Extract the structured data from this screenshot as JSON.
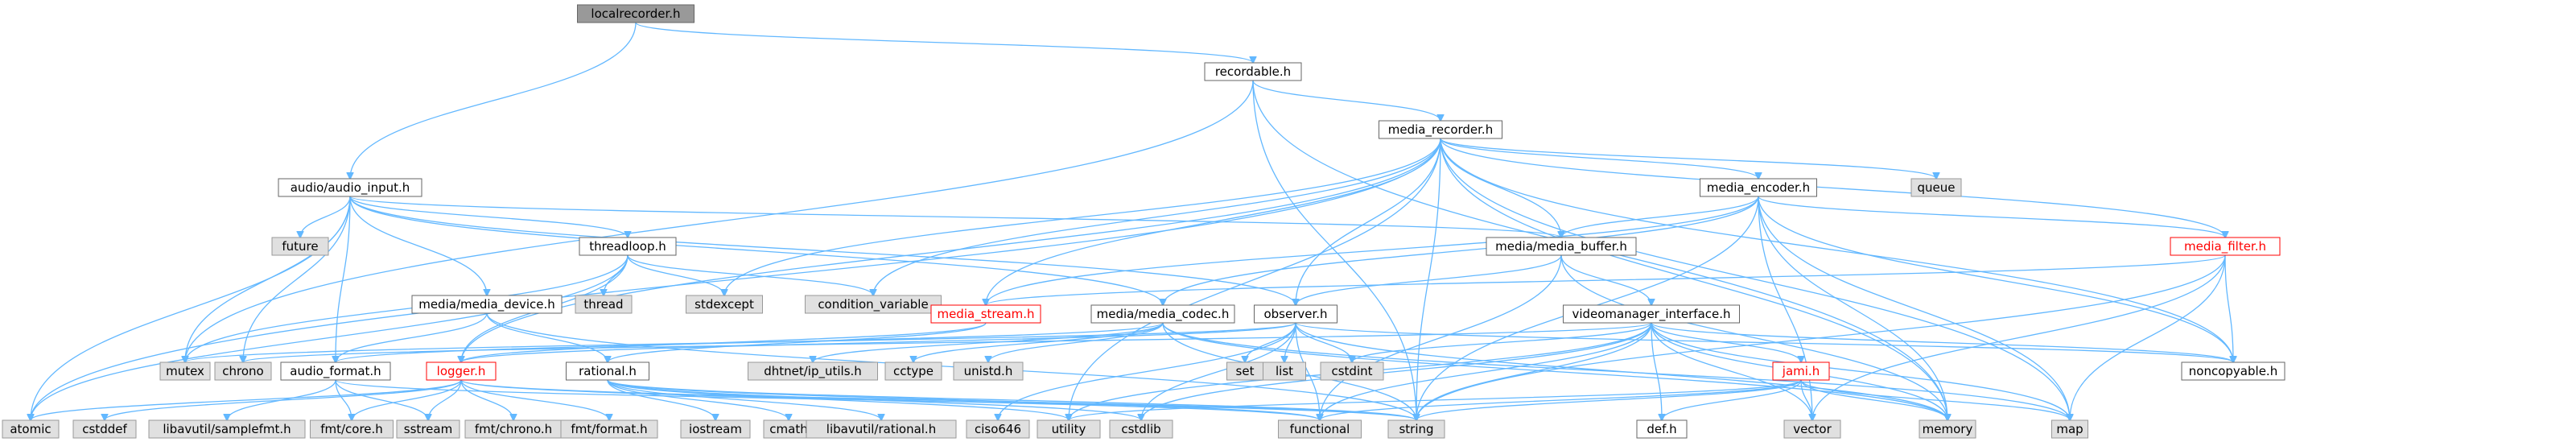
{
  "colors": {
    "edge": "#63b8ff",
    "root_fill": "#999999",
    "external_fill": "#e0e0e0",
    "node_border": "#666666",
    "missing_border": "#ff0000"
  },
  "nodes": [
    {
      "id": "localrecorder",
      "label": "localrecorder.h",
      "kind": "root"
    },
    {
      "id": "recordable",
      "label": "recordable.h",
      "kind": "plain"
    },
    {
      "id": "media_recorder",
      "label": "media_recorder.h",
      "kind": "plain"
    },
    {
      "id": "audio_input",
      "label": "audio/audio_input.h",
      "kind": "plain"
    },
    {
      "id": "queue",
      "label": "queue",
      "kind": "ext"
    },
    {
      "id": "media_encoder",
      "label": "media_encoder.h",
      "kind": "plain"
    },
    {
      "id": "future",
      "label": "future",
      "kind": "ext"
    },
    {
      "id": "threadloop",
      "label": "threadloop.h",
      "kind": "plain"
    },
    {
      "id": "media_buffer",
      "label": "media/media_buffer.h",
      "kind": "plain"
    },
    {
      "id": "media_filter",
      "label": "media_filter.h",
      "kind": "red"
    },
    {
      "id": "thread",
      "label": "thread",
      "kind": "ext"
    },
    {
      "id": "stdexcept",
      "label": "stdexcept",
      "kind": "ext"
    },
    {
      "id": "condition_variable",
      "label": "condition_variable",
      "kind": "ext"
    },
    {
      "id": "media_device",
      "label": "media/media_device.h",
      "kind": "plain"
    },
    {
      "id": "media_stream",
      "label": "media_stream.h",
      "kind": "red"
    },
    {
      "id": "media_codec",
      "label": "media/media_codec.h",
      "kind": "plain"
    },
    {
      "id": "observer",
      "label": "observer.h",
      "kind": "plain"
    },
    {
      "id": "videomanager",
      "label": "videomanager_interface.h",
      "kind": "plain"
    },
    {
      "id": "mutex",
      "label": "mutex",
      "kind": "ext"
    },
    {
      "id": "chrono",
      "label": "chrono",
      "kind": "ext"
    },
    {
      "id": "audio_format",
      "label": "audio_format.h",
      "kind": "plain"
    },
    {
      "id": "logger",
      "label": "logger.h",
      "kind": "red"
    },
    {
      "id": "rational",
      "label": "rational.h",
      "kind": "plain"
    },
    {
      "id": "dhtnet",
      "label": "dhtnet/ip_utils.h",
      "kind": "ext"
    },
    {
      "id": "cctype",
      "label": "cctype",
      "kind": "ext"
    },
    {
      "id": "unistd",
      "label": "unistd.h",
      "kind": "ext"
    },
    {
      "id": "set",
      "label": "set",
      "kind": "ext"
    },
    {
      "id": "list",
      "label": "list",
      "kind": "ext"
    },
    {
      "id": "cstdint",
      "label": "cstdint",
      "kind": "ext"
    },
    {
      "id": "jami",
      "label": "jami.h",
      "kind": "red"
    },
    {
      "id": "noncopyable",
      "label": "noncopyable.h",
      "kind": "plain"
    },
    {
      "id": "atomic",
      "label": "atomic",
      "kind": "ext"
    },
    {
      "id": "cstddef",
      "label": "cstddef",
      "kind": "ext"
    },
    {
      "id": "samplefmt",
      "label": "libavutil/samplefmt.h",
      "kind": "ext"
    },
    {
      "id": "fmtcore",
      "label": "fmt/core.h",
      "kind": "ext"
    },
    {
      "id": "sstream",
      "label": "sstream",
      "kind": "ext"
    },
    {
      "id": "fmtchrono",
      "label": "fmt/chrono.h",
      "kind": "ext"
    },
    {
      "id": "fmtformat",
      "label": "fmt/format.h",
      "kind": "ext"
    },
    {
      "id": "iostream",
      "label": "iostream",
      "kind": "ext"
    },
    {
      "id": "cmath",
      "label": "cmath",
      "kind": "ext"
    },
    {
      "id": "avrational",
      "label": "libavutil/rational.h",
      "kind": "ext"
    },
    {
      "id": "ciso646",
      "label": "ciso646",
      "kind": "ext"
    },
    {
      "id": "utility",
      "label": "utility",
      "kind": "ext"
    },
    {
      "id": "cstdlib",
      "label": "cstdlib",
      "kind": "ext"
    },
    {
      "id": "functional",
      "label": "functional",
      "kind": "ext"
    },
    {
      "id": "string",
      "label": "string",
      "kind": "ext"
    },
    {
      "id": "def",
      "label": "def.h",
      "kind": "plain"
    },
    {
      "id": "vector",
      "label": "vector",
      "kind": "ext"
    },
    {
      "id": "memory",
      "label": "memory",
      "kind": "ext"
    },
    {
      "id": "map",
      "label": "map",
      "kind": "ext"
    }
  ],
  "edges": [
    [
      "localrecorder",
      "recordable"
    ],
    [
      "localrecorder",
      "audio_input"
    ],
    [
      "recordable",
      "media_recorder"
    ],
    [
      "recordable",
      "mutex"
    ],
    [
      "recordable",
      "string"
    ],
    [
      "recordable",
      "memory"
    ],
    [
      "media_recorder",
      "queue"
    ],
    [
      "media_recorder",
      "media_encoder"
    ],
    [
      "media_recorder",
      "media_buffer"
    ],
    [
      "media_recorder",
      "media_filter"
    ],
    [
      "media_recorder",
      "media_stream"
    ],
    [
      "media_recorder",
      "observer"
    ],
    [
      "media_recorder",
      "stdexcept"
    ],
    [
      "media_recorder",
      "condition_variable"
    ],
    [
      "media_recorder",
      "atomic"
    ],
    [
      "media_recorder",
      "string"
    ],
    [
      "media_recorder",
      "map"
    ],
    [
      "media_recorder",
      "noncopyable"
    ],
    [
      "media_recorder",
      "logger"
    ],
    [
      "media_recorder",
      "memory"
    ],
    [
      "media_recorder",
      "utility"
    ],
    [
      "audio_input",
      "future"
    ],
    [
      "audio_input",
      "threadloop"
    ],
    [
      "audio_input",
      "media_buffer"
    ],
    [
      "audio_input",
      "media_device"
    ],
    [
      "audio_input",
      "audio_format"
    ],
    [
      "audio_input",
      "observer"
    ],
    [
      "audio_input",
      "mutex"
    ],
    [
      "audio_input",
      "chrono"
    ],
    [
      "audio_input",
      "atomic"
    ],
    [
      "audio_input",
      "media_codec"
    ],
    [
      "media_encoder",
      "media_buffer"
    ],
    [
      "media_encoder",
      "media_codec"
    ],
    [
      "media_encoder",
      "media_stream"
    ],
    [
      "media_encoder",
      "noncopyable"
    ],
    [
      "media_encoder",
      "vector"
    ],
    [
      "media_encoder",
      "string"
    ],
    [
      "media_encoder",
      "map"
    ],
    [
      "media_encoder",
      "memory"
    ],
    [
      "media_encoder",
      "media_filter"
    ],
    [
      "threadloop",
      "thread"
    ],
    [
      "threadloop",
      "stdexcept"
    ],
    [
      "threadloop",
      "condition_variable"
    ],
    [
      "threadloop",
      "mutex"
    ],
    [
      "threadloop",
      "atomic"
    ],
    [
      "threadloop",
      "logger"
    ],
    [
      "media_buffer",
      "videomanager"
    ],
    [
      "media_buffer",
      "observer"
    ],
    [
      "media_buffer",
      "functional"
    ],
    [
      "media_buffer",
      "memory"
    ],
    [
      "media_filter",
      "media_stream"
    ],
    [
      "media_filter",
      "noncopyable"
    ],
    [
      "media_filter",
      "string"
    ],
    [
      "media_filter",
      "vector"
    ],
    [
      "media_filter",
      "map"
    ],
    [
      "media_device",
      "rational"
    ],
    [
      "media_device",
      "audio_format"
    ],
    [
      "media_device",
      "string"
    ],
    [
      "media_stream",
      "logger"
    ],
    [
      "media_stream",
      "rational"
    ],
    [
      "media_codec",
      "dhtnet"
    ],
    [
      "media_codec",
      "cctype"
    ],
    [
      "media_codec",
      "unistd"
    ],
    [
      "media_codec",
      "string"
    ],
    [
      "media_codec",
      "map"
    ],
    [
      "media_codec",
      "memory"
    ],
    [
      "media_codec",
      "audio_format"
    ],
    [
      "observer",
      "noncopyable"
    ],
    [
      "observer",
      "logger"
    ],
    [
      "observer",
      "set"
    ],
    [
      "observer",
      "list"
    ],
    [
      "observer",
      "memory"
    ],
    [
      "observer",
      "mutex"
    ],
    [
      "observer",
      "functional"
    ],
    [
      "observer",
      "ciso646"
    ],
    [
      "observer",
      "cstdint"
    ],
    [
      "observer",
      "cstdlib"
    ],
    [
      "videomanager",
      "jami"
    ],
    [
      "videomanager",
      "noncopyable"
    ],
    [
      "videomanager",
      "def"
    ],
    [
      "videomanager",
      "cstdint"
    ],
    [
      "videomanager",
      "cstdlib"
    ],
    [
      "videomanager",
      "string"
    ],
    [
      "videomanager",
      "vector"
    ],
    [
      "videomanager",
      "memory"
    ],
    [
      "videomanager",
      "map"
    ],
    [
      "videomanager",
      "functional"
    ],
    [
      "videomanager",
      "chrono"
    ],
    [
      "videomanager",
      "utility"
    ],
    [
      "audio_format",
      "fmtcore"
    ],
    [
      "audio_format",
      "sstream"
    ],
    [
      "audio_format",
      "string"
    ],
    [
      "audio_format",
      "samplefmt"
    ],
    [
      "logger",
      "cstdarg"
    ],
    [
      "logger",
      "fmtcore"
    ],
    [
      "logger",
      "fmtformat"
    ],
    [
      "logger",
      "fmtchrono"
    ],
    [
      "logger",
      "sstream"
    ],
    [
      "logger",
      "string"
    ],
    [
      "logger",
      "atomic"
    ],
    [
      "logger",
      "cstddef"
    ],
    [
      "logger",
      "functional"
    ],
    [
      "rational",
      "utility"
    ],
    [
      "rational",
      "cstdlib"
    ],
    [
      "rational",
      "string"
    ],
    [
      "rational",
      "iostream"
    ],
    [
      "rational",
      "cmath"
    ],
    [
      "rational",
      "avrational"
    ],
    [
      "rational",
      "functional"
    ],
    [
      "jami",
      "string"
    ],
    [
      "jami",
      "vector"
    ],
    [
      "jami",
      "functional"
    ],
    [
      "jami",
      "memory"
    ],
    [
      "jami",
      "def"
    ],
    [
      "jami",
      "map"
    ],
    [
      "jami",
      "utility"
    ]
  ]
}
